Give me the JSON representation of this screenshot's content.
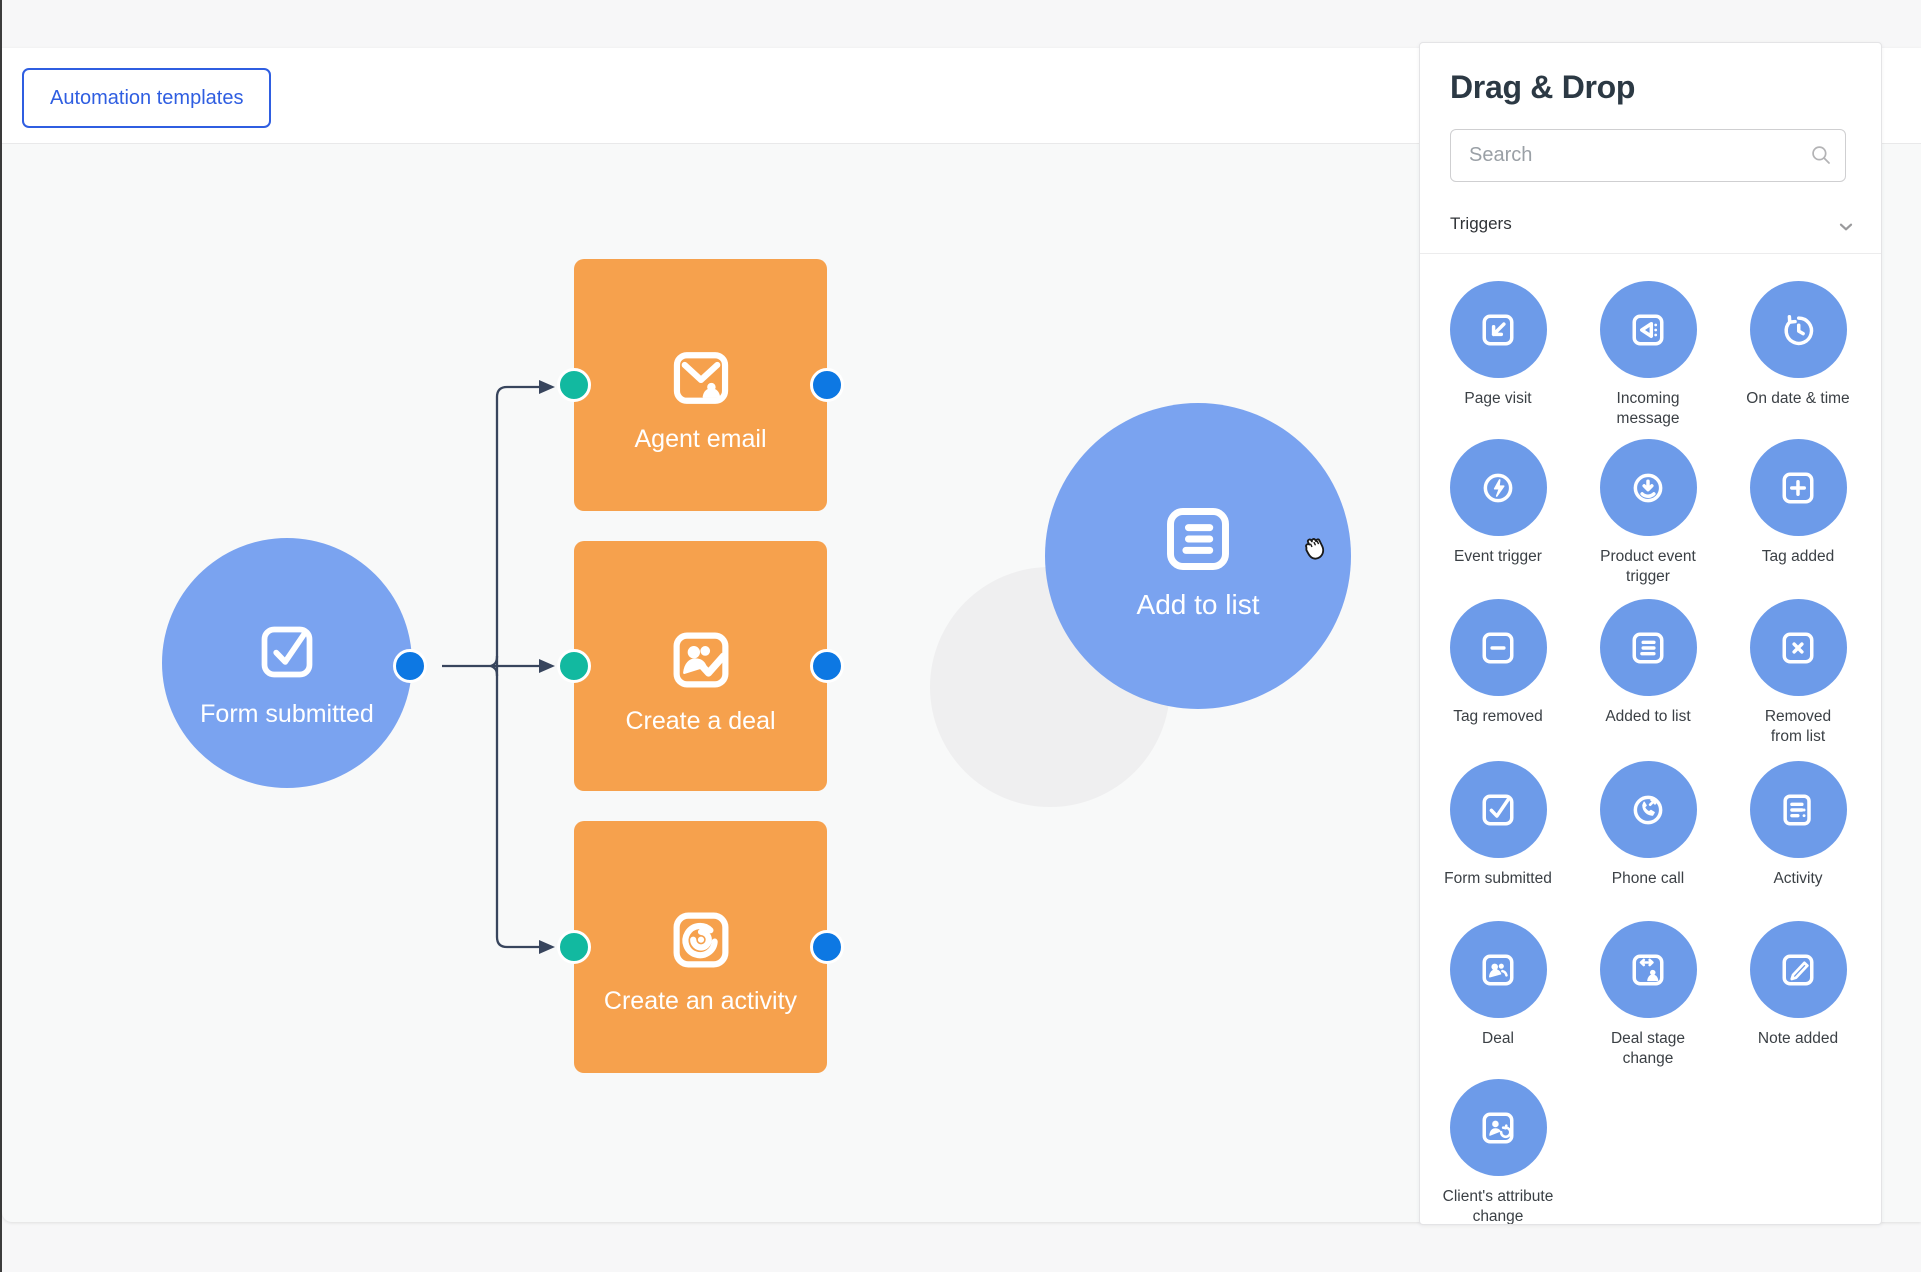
{
  "toolbar": {
    "templates_button": "Automation templates"
  },
  "sidebar": {
    "title": "Drag & Drop",
    "search_placeholder": "Search",
    "section_label": "Triggers",
    "triggers": [
      {
        "label": "Page visit",
        "icon": "page-visit-icon"
      },
      {
        "label": "Incoming message",
        "icon": "incoming-message-icon"
      },
      {
        "label": "On date & time",
        "icon": "on-date-time-icon"
      },
      {
        "label": "Event trigger",
        "icon": "event-trigger-icon"
      },
      {
        "label": "Product event trigger",
        "icon": "product-event-trigger-icon"
      },
      {
        "label": "Tag added",
        "icon": "tag-added-icon"
      },
      {
        "label": "Tag removed",
        "icon": "tag-removed-icon"
      },
      {
        "label": "Added to list",
        "icon": "added-to-list-icon"
      },
      {
        "label": "Removed from list",
        "icon": "removed-from-list-icon"
      },
      {
        "label": "Form submitted",
        "icon": "form-submitted-icon"
      },
      {
        "label": "Phone call",
        "icon": "phone-call-icon"
      },
      {
        "label": "Activity",
        "icon": "activity-icon"
      },
      {
        "label": "Deal",
        "icon": "deal-icon"
      },
      {
        "label": "Deal stage change",
        "icon": "deal-stage-change-icon"
      },
      {
        "label": "Note added",
        "icon": "note-added-icon"
      },
      {
        "label": "Client's attribute change",
        "icon": "clients-attribute-change-icon"
      }
    ]
  },
  "canvas": {
    "nodes": [
      {
        "label": "Form submitted",
        "shape": "circle",
        "role": "trigger"
      },
      {
        "label": "Agent email",
        "shape": "square",
        "role": "action"
      },
      {
        "label": "Create a deal",
        "shape": "square",
        "role": "action"
      },
      {
        "label": "Create an activity",
        "shape": "square",
        "role": "action"
      },
      {
        "label": "Add to list",
        "shape": "circle",
        "role": "action",
        "state": "dragging"
      }
    ]
  },
  "colors": {
    "accent_blue": "#2f5ee1",
    "trigger_circle_blue": "#6d9be9",
    "node_circle_blue": "#7aa3f0",
    "action_orange": "#f6a14d",
    "port_teal": "#12b9a0",
    "port_blue": "#0d78e3",
    "connector": "#38455d"
  }
}
